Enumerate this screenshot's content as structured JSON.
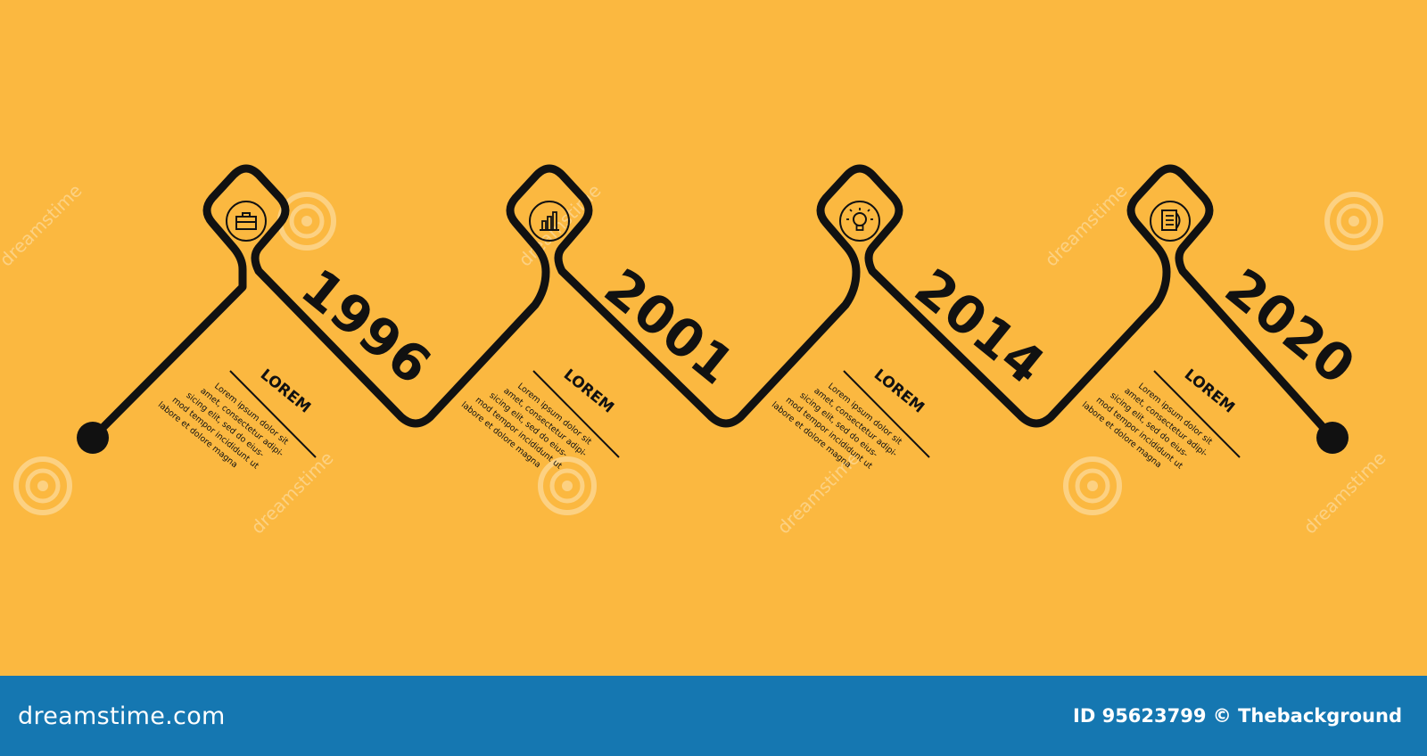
{
  "colors": {
    "background": "#fbb840",
    "line": "#111111",
    "footer": "#1577b1",
    "watermark": "#ffffff"
  },
  "milestones": [
    {
      "year": "1996",
      "heading": "LOREM",
      "icon": "briefcase-icon",
      "text_lines": [
        "Lorem ipsum dolor sit",
        "amet, consectetur adipi-",
        "sicing elit, sed do eius-",
        "mod tempor incididunt ut",
        "labore et dolore magna"
      ]
    },
    {
      "year": "2001",
      "heading": "LOREM",
      "icon": "bar-chart-icon",
      "text_lines": [
        "Lorem ipsum dolor sit",
        "amet, consectetur adipi-",
        "sicing elit, sed do eius-",
        "mod tempor incididunt ut",
        "labore et dolore magna"
      ]
    },
    {
      "year": "2014",
      "heading": "LOREM",
      "icon": "light-bulb-icon",
      "text_lines": [
        "Lorem ipsum dolor sit",
        "amet, consectetur adipi-",
        "sicing elit, sed do eius-",
        "mod tempor incididunt ut",
        "labore et dolore magna"
      ]
    },
    {
      "year": "2020",
      "heading": "LOREM",
      "icon": "document-icon",
      "text_lines": [
        "Lorem ipsum dolor sit",
        "amet, consectetur adipi-",
        "sicing elit, sed do eius-",
        "mod tempor incididunt ut",
        "labore et dolore magna"
      ]
    }
  ],
  "watermark_text": "dreamstime",
  "footer": {
    "logo": "dreamstime.com",
    "id_text": "ID 95623799 © Thebackground"
  }
}
